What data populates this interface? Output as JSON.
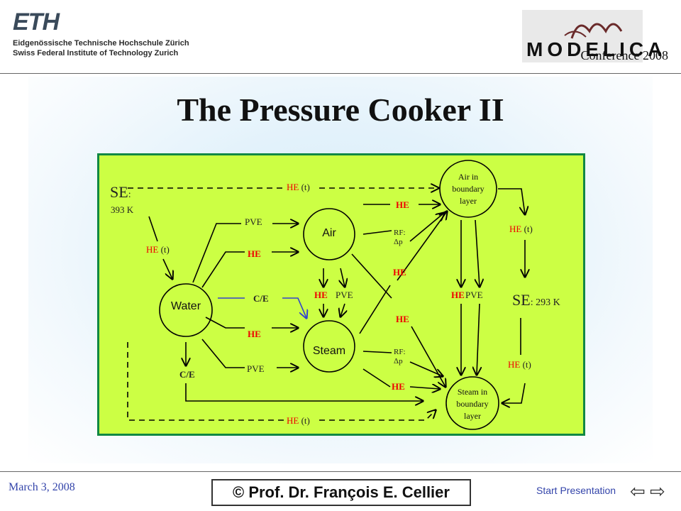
{
  "header": {
    "eth_logo": "ETH",
    "eth_line1": "Eidgenössische Technische Hochschule Zürich",
    "eth_line2": "Swiss Federal Institute of Technology Zurich",
    "modelica_word": "MODELICA",
    "conference": "Conference 2008"
  },
  "title": "The Pressure Cooker II",
  "diagram": {
    "se_left": "SE",
    "se_left_colon": ":",
    "se_left_val": "393 K",
    "se_right": "SE",
    "se_right_val": ": 293 K",
    "water": "Water",
    "air": "Air",
    "steam": "Steam",
    "air_boundary": [
      "Air in",
      "boundary",
      "layer"
    ],
    "steam_boundary": [
      "Steam in",
      "boundary",
      "layer"
    ],
    "he": "HE",
    "he_t": "HE",
    "t_suffix": "(t)",
    "pve": "PVE",
    "ce": "C/E",
    "rf": "RF:",
    "dp": "Δp"
  },
  "footer": {
    "date": "March 3, 2008",
    "author": "© Prof. Dr. François E. Cellier",
    "start": "Start Presentation",
    "nav_left": "⇦",
    "nav_right": "⇨"
  },
  "colors": {
    "panel": "#ccff44",
    "panel_border": "#118844",
    "he_red": "#ee0000",
    "ce_blue": "#3344cc"
  }
}
